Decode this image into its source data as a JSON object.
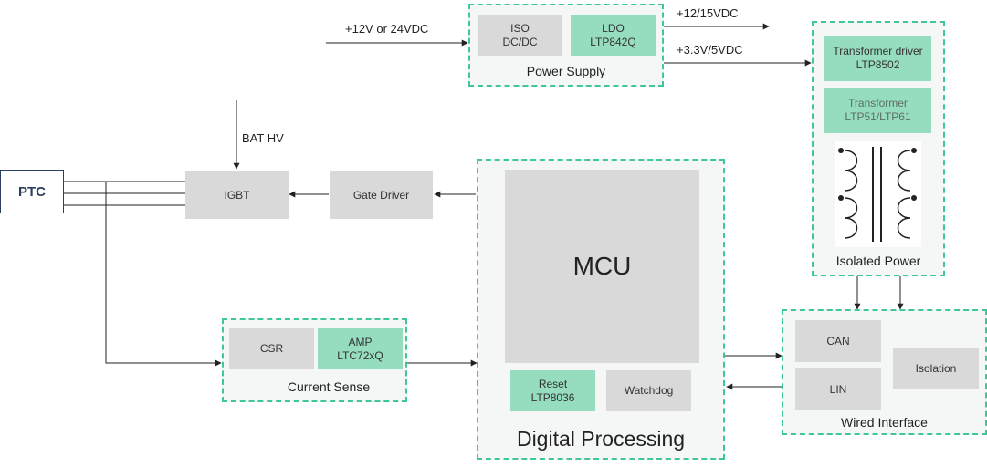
{
  "inputs": {
    "supply_in": "+12V or 24VDC",
    "out_12v": "+12/15VDC",
    "out_3v3": "+3.3V/5VDC",
    "bat_hv": "BAT HV"
  },
  "ptc": {
    "label": "PTC"
  },
  "igbt": {
    "label": "IGBT"
  },
  "gate_driver": {
    "label": "Gate Driver"
  },
  "power_supply": {
    "title": "Power Supply",
    "iso_line1": "ISO",
    "iso_line2": "DC/DC",
    "ldo_line1": "LDO",
    "ldo_line2": "LTP842Q"
  },
  "current_sense": {
    "title": "Current Sense",
    "csr": "CSR",
    "amp_line1": "AMP",
    "amp_line2": "LTC72xQ"
  },
  "digital": {
    "title": "Digital Processing",
    "mcu": "MCU",
    "reset_line1": "Reset",
    "reset_line2": "LTP8036",
    "watchdog": "Watchdog"
  },
  "isolated_power": {
    "title": "Isolated Power",
    "driver_line1": "Transformer driver",
    "driver_line2": "LTP8502",
    "xfmr_line1": "Transformer",
    "xfmr_line2": "LTP51/LTP61"
  },
  "wired": {
    "title": "Wired Interface",
    "can": "CAN",
    "lin": "LIN",
    "isolation": "Isolation"
  },
  "colors": {
    "group_border": "#3fc79a",
    "group_fill": "#f4f7f5",
    "block_grey": "#d9d9d9",
    "block_green": "#96dcbf",
    "ptc_border": "#2d3f5f"
  }
}
